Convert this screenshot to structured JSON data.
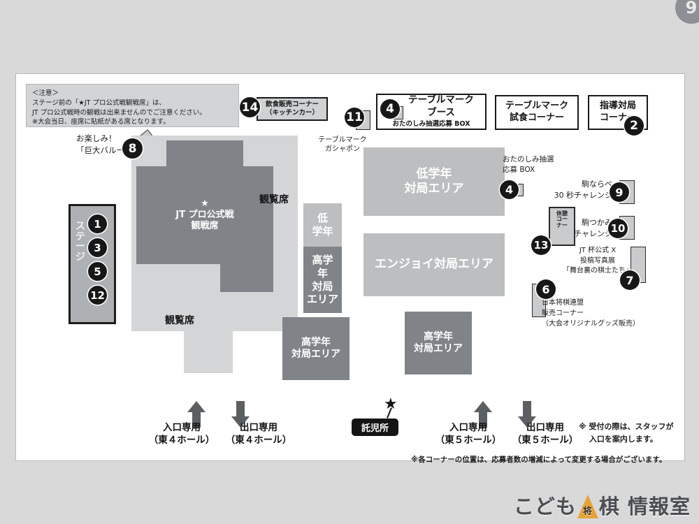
{
  "corner": {
    "badge_text": "9"
  },
  "notice": {
    "text": "＜注意＞\nステージ前の「★JT プロ公式戦観戦席」は、\nJT プロ公式戦時の観戦は出来ませんのでご注意ください。\n※大会当日、座席に貼紙がある席となります。"
  },
  "header_boxes": [
    {
      "name": "food-corner",
      "badge": "14",
      "lines": "飲食販売コーナー\n（キッチンカー）"
    },
    {
      "name": "tablemark-booth",
      "badge": "4",
      "title": "テーブルマーク\nブース",
      "sub": "おたのしみ抽選応募 BOX"
    },
    {
      "name": "tablemark-tasting",
      "badge": "",
      "lines": "テーブルマーク\n試食コーナー"
    },
    {
      "name": "shidou-taikyoku",
      "badge": "2",
      "lines": "指導対局\nコーナー"
    }
  ],
  "callouts": {
    "gashapon": {
      "badge": "11",
      "label": "テーブルマーク\nガシャポン"
    },
    "balloon": {
      "badge": "8",
      "label": "お楽しみ！\n「巨大バルーン」の展示"
    },
    "lottery_box": {
      "badge": "4",
      "label": "おたのしみ抽選\n応募 BOX"
    },
    "koma_narabe": {
      "badge": "9",
      "label": "駒ならべ\n30 秒チャレンジ"
    },
    "koma_tsukami": {
      "badge": "10",
      "label": "駒つかみ\nチャレンジ"
    },
    "rest_corner": {
      "badge": "13",
      "label": "休憩コーナー"
    },
    "photo_exhibit": {
      "badge": "7",
      "label": "JT 杯公式 X\n投稿写真展\n「舞台裏の棋士たち」"
    },
    "shop": {
      "badge": "6",
      "label": "日本将棋連盟\n販売コーナー\n（大会オリジナルグッズ販売）"
    }
  },
  "stage": {
    "label": "ステージ",
    "badges": [
      "1",
      "3",
      "5",
      "12"
    ]
  },
  "rooms": [
    {
      "name": "main-seating",
      "label": "★\nJT プロ公式戦\n観戦席"
    },
    {
      "name": "gallery-seat-top",
      "label": "観覧席"
    },
    {
      "name": "gallery-seat-bottom",
      "label": "観覧席"
    },
    {
      "name": "low-grade-narrow",
      "label": "低\n学年"
    },
    {
      "name": "high-grade-narrow",
      "label": "高学\n年\n対局\nエリア"
    },
    {
      "name": "high-grade-left",
      "label": "高学年\n対局エリア"
    },
    {
      "name": "low-grade-area",
      "label": "低学年\n対局エリア"
    },
    {
      "name": "enjoy-area",
      "label": "エンジョイ対局エリア"
    },
    {
      "name": "high-grade-right",
      "label": "高学年\n対局エリア"
    }
  ],
  "footer": {
    "entrance_east4": "入口専用\n（東４ホール）",
    "exit_east4": "出口専用\n（東４ホール）",
    "entrance_east5": "入口専用\n（東５ホール）",
    "exit_east5": "出口専用\n（東５ホール）",
    "creche": "託児所",
    "staff_note": "※ 受付の際は、スタッフが\n　 入口を案内します。",
    "position_note": "※各コーナーの位置は、応募者数の増減によって変更する場合がございます。"
  },
  "logo": {
    "left": "こども",
    "piece": "将",
    "right": "棋 情報室"
  },
  "colors": {
    "page_bg": "#d9d9d9",
    "panel_bg": "#ffffff",
    "room_light": "#d3d5d7",
    "room_mid": "#bcbec0",
    "room_dark": "#808488",
    "ink": "#1b1b1b"
  }
}
